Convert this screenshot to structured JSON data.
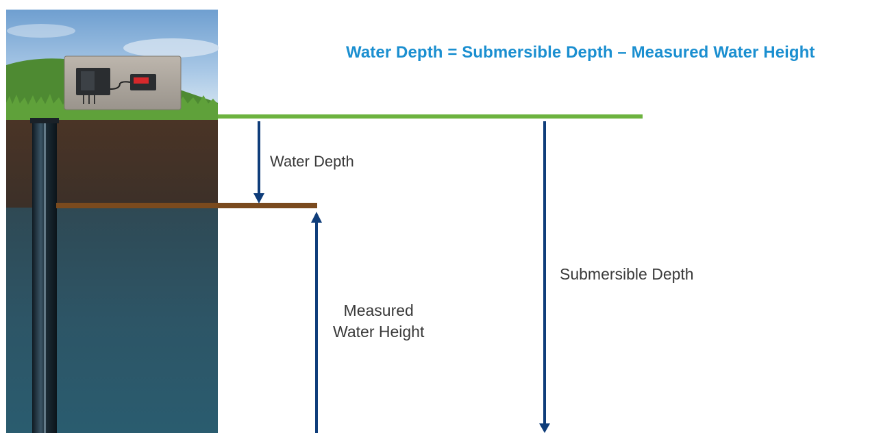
{
  "formula": "Water Depth = Submersible Depth – Measured Water Height",
  "labels": {
    "water_depth": "Water Depth",
    "submersible_depth": "Submersible Depth",
    "measured_line1": "Measured",
    "measured_line2": "Water Height"
  },
  "colors": {
    "formula": "#1b8fd0",
    "ground_line": "#6db33f",
    "water_line": "#7a4a1e",
    "arrows": "#0f3d7a"
  }
}
